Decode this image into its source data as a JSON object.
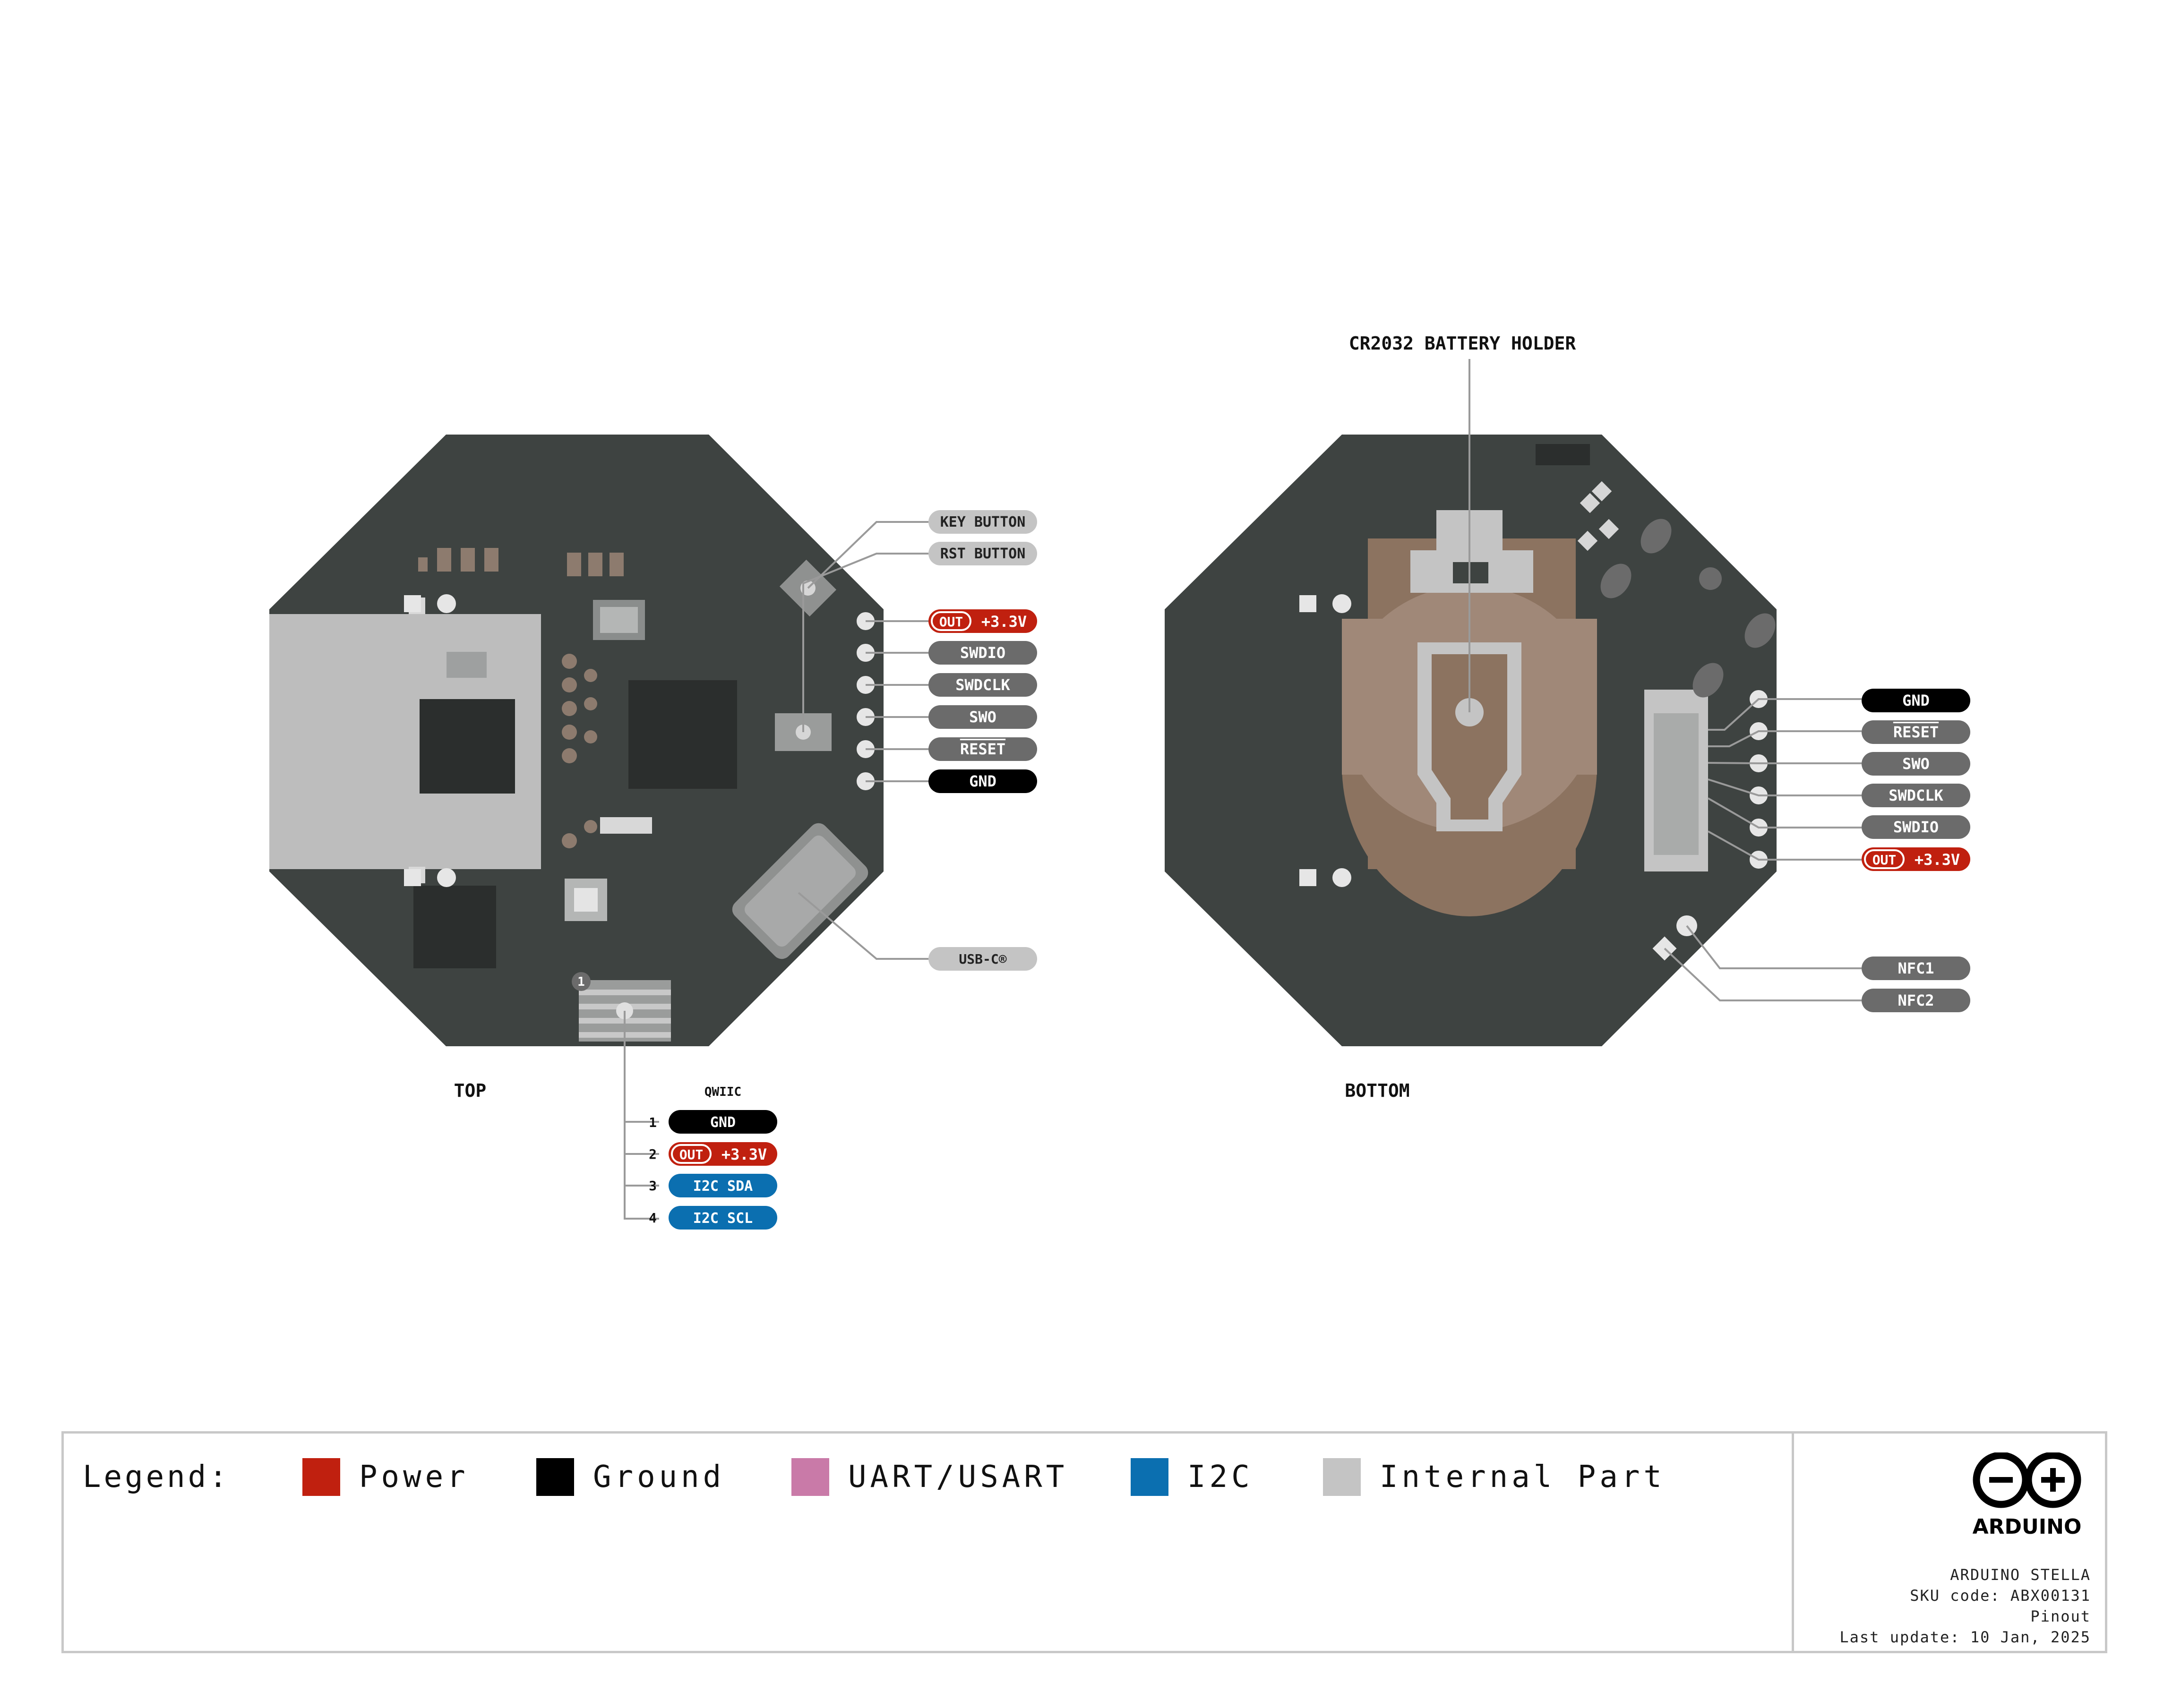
{
  "labels": {
    "top": "TOP",
    "bottom": "BOTTOM",
    "qwiic": "QWIIC",
    "battery": "CR2032 BATTERY HOLDER",
    "usbc": "USB-C®",
    "key_button": "KEY BUTTON",
    "rst_button": "RST BUTTON"
  },
  "top_pins": [
    {
      "label": "+3.3V",
      "tag": "OUT",
      "type": "power"
    },
    {
      "label": "SWDIO",
      "type": "internal-dark"
    },
    {
      "label": "SWDCLK",
      "type": "internal-dark"
    },
    {
      "label": "SWO",
      "type": "internal-dark"
    },
    {
      "label": "RESET",
      "type": "internal-dark",
      "overline": true
    },
    {
      "label": "GND",
      "type": "ground"
    }
  ],
  "qwiic_pins": [
    {
      "num": "1",
      "label": "GND",
      "type": "ground"
    },
    {
      "num": "2",
      "label": "+3.3V",
      "tag": "OUT",
      "type": "power"
    },
    {
      "num": "3",
      "label": "I2C SDA",
      "type": "i2c"
    },
    {
      "num": "4",
      "label": "I2C SCL",
      "type": "i2c"
    }
  ],
  "bottom_pins": [
    {
      "label": "GND",
      "type": "ground"
    },
    {
      "label": "RESET",
      "type": "internal-dark",
      "overline": true
    },
    {
      "label": "SWO",
      "type": "internal-dark"
    },
    {
      "label": "SWDCLK",
      "type": "internal-dark"
    },
    {
      "label": "SWDIO",
      "type": "internal-dark"
    },
    {
      "label": "+3.3V",
      "tag": "OUT",
      "type": "power"
    }
  ],
  "nfc_pins": [
    {
      "label": "NFC1"
    },
    {
      "label": "NFC2"
    }
  ],
  "qwiic_pin1_marker": "1",
  "legend": {
    "title": "Legend:",
    "items": [
      {
        "label": "Power",
        "color": "#c0200f"
      },
      {
        "label": "Ground",
        "color": "#000000"
      },
      {
        "label": "UART/USART",
        "color": "#c97aa8"
      },
      {
        "label": "I2C",
        "color": "#0b6fb0"
      },
      {
        "label": "Internal Part",
        "color": "#c4c4c4"
      }
    ]
  },
  "brand": {
    "name": "ARDUINO",
    "product": "ARDUINO STELLA",
    "sku": "SKU code: ABX00131",
    "doc": "Pinout",
    "updated": "Last update: 10 Jan, 2025"
  },
  "colors": {
    "board": "#3e4341",
    "power": "#c0200f",
    "ground": "#000000",
    "i2c": "#0b6fb0",
    "internal": "#c4c4c4",
    "pin_dark": "#6b6b6b",
    "battery": "#a08878",
    "battery_holder": "#8c7360"
  }
}
